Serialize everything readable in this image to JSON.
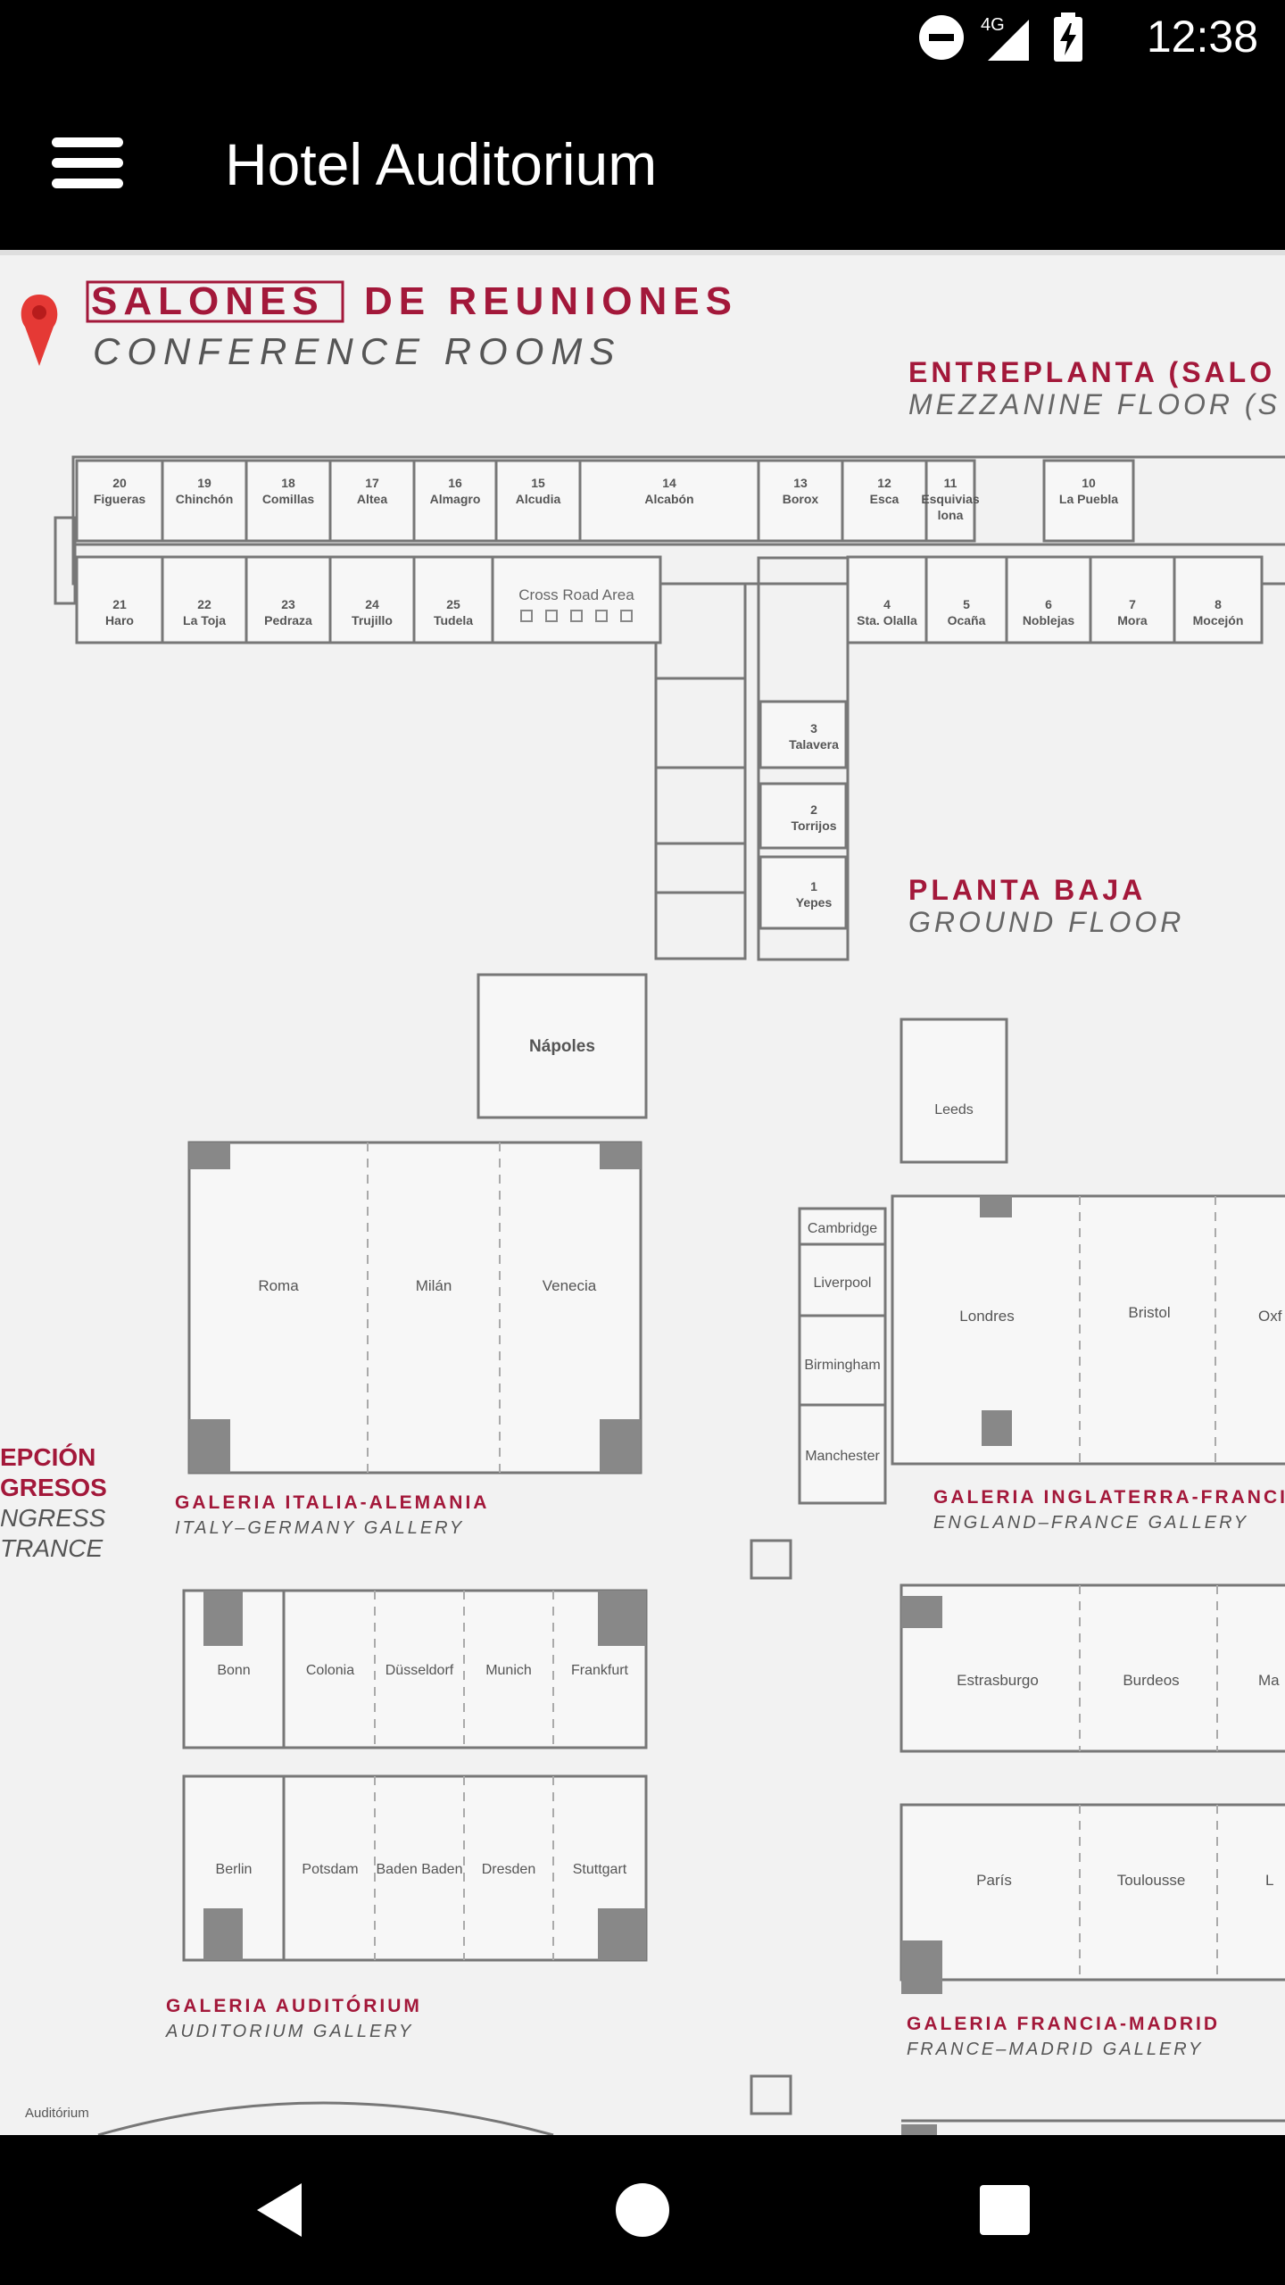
{
  "status_bar": {
    "time": "12:38",
    "network": "4G",
    "icons": [
      "do-not-disturb-icon",
      "signal-icon",
      "battery-charging-icon"
    ]
  },
  "app_bar": {
    "title": "Hotel Auditorium",
    "menu_icon": "hamburger-menu-icon"
  },
  "map": {
    "pin_icon": "map-pin-icon",
    "heading_es_box": "SALONES",
    "heading_es_rest": "DE REUNIONES",
    "heading_en": "CONFERENCE ROOMS",
    "mezzanine_es": "ENTREPLANTA (SALO",
    "mezzanine_en": "MEZZANINE FLOOR (S",
    "ground_es": "PLANTA BAJA",
    "ground_en": "GROUND FLOOR",
    "reception_es1": "EPCIÓN",
    "reception_es2": "GRESOS",
    "reception_en1": "NGRESS",
    "reception_en2": "TRANCE",
    "top_rooms": [
      {
        "num": "20",
        "name": "Figueras"
      },
      {
        "num": "19",
        "name": "Chinchón"
      },
      {
        "num": "18",
        "name": "Comillas"
      },
      {
        "num": "17",
        "name": "Altea"
      },
      {
        "num": "16",
        "name": "Almagro"
      },
      {
        "num": "15",
        "name": "Alcudia"
      },
      {
        "num": "14",
        "name": "Alcabón"
      },
      {
        "num": "13",
        "name": "Borox"
      },
      {
        "num": "12",
        "name": "Esca"
      },
      {
        "num": "11",
        "name": "Esquivias"
      },
      {
        "num": "10",
        "name": "La Puebla"
      }
    ],
    "room12_line2": "lona",
    "bottom_rooms": [
      {
        "num": "21",
        "name": "Haro"
      },
      {
        "num": "22",
        "name": "La Toja"
      },
      {
        "num": "23",
        "name": "Pedraza"
      },
      {
        "num": "24",
        "name": "Trujillo"
      },
      {
        "num": "25",
        "name": "Tudela"
      },
      {
        "num": "4",
        "name": "Sta. Olalla"
      },
      {
        "num": "5",
        "name": "Ocaña"
      },
      {
        "num": "6",
        "name": "Noblejas"
      },
      {
        "num": "7",
        "name": "Mora"
      },
      {
        "num": "8",
        "name": "Mocejón"
      }
    ],
    "cross_road": "Cross Road Area",
    "side_rooms": [
      {
        "num": "3",
        "name": "Talavera"
      },
      {
        "num": "2",
        "name": "Torrijos"
      },
      {
        "num": "1",
        "name": "Yepes"
      }
    ],
    "napoles": "Nápoles",
    "leeds": "Leeds",
    "italy_rooms": [
      "Roma",
      "Milán",
      "Venecia"
    ],
    "england_stack": [
      "Cambridge",
      "Liverpool",
      "Birmingham",
      "Manchester"
    ],
    "england_rooms": [
      "Londres",
      "Bristol",
      "Oxf"
    ],
    "gallery_italy_es": "GALERIA ITALIA-ALEMANIA",
    "gallery_italy_en": "ITALY–GERMANY GALLERY",
    "gallery_england_es": "GALERIA INGLATERRA-FRANCIA",
    "gallery_england_en": "ENGLAND–FRANCE GALLERY",
    "germany_row1": [
      "Bonn",
      "Colonia",
      "Düsseldorf",
      "Munich",
      "Frankfurt"
    ],
    "germany_row2": [
      "Berlin",
      "Potsdam",
      "Baden Baden",
      "Dresden",
      "Stuttgart"
    ],
    "france_row1": [
      "Estrasburgo",
      "Burdeos",
      "Ma"
    ],
    "france_row2": [
      "París",
      "Toulousse",
      "L"
    ],
    "gallery_auditorium_es": "GALERIA AUDITÓRIUM",
    "gallery_auditorium_en": "AUDITORIUM GALLERY",
    "gallery_france_es": "GALERIA FRANCIA-MADRID",
    "gallery_france_en": "FRANCE–MADRID GALLERY",
    "auditorium_label": "Auditórium",
    "accent_color": "#a3183a"
  },
  "nav_bar": {
    "back_icon": "back-triangle-icon",
    "home_icon": "home-circle-icon",
    "recents_icon": "recents-square-icon"
  }
}
